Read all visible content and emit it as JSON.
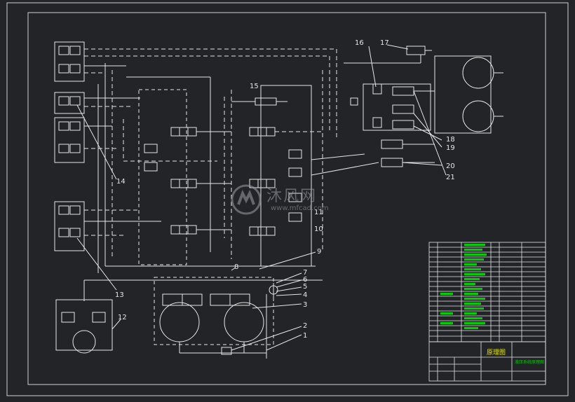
{
  "callouts": [
    {
      "num": "1"
    },
    {
      "num": "2"
    },
    {
      "num": "3"
    },
    {
      "num": "4"
    },
    {
      "num": "5"
    },
    {
      "num": "6"
    },
    {
      "num": "7"
    },
    {
      "num": "8"
    },
    {
      "num": "9"
    },
    {
      "num": "10"
    },
    {
      "num": "11"
    },
    {
      "num": "12"
    },
    {
      "num": "13"
    },
    {
      "num": "14"
    },
    {
      "num": "15"
    },
    {
      "num": "16"
    },
    {
      "num": "17"
    },
    {
      "num": "18"
    },
    {
      "num": "19"
    },
    {
      "num": "20"
    },
    {
      "num": "21"
    }
  ],
  "title_block": {
    "main_title": "原理图",
    "drawing_name": "液压系统原理图"
  },
  "watermark": {
    "brand": "沐风网",
    "url": "www.mfcad.com"
  },
  "colors": {
    "background": "#222428",
    "line": "#e6e6e6",
    "table_text": "#00d000",
    "title_yellow": "#e8e800",
    "frame": "#cfcfcf"
  }
}
